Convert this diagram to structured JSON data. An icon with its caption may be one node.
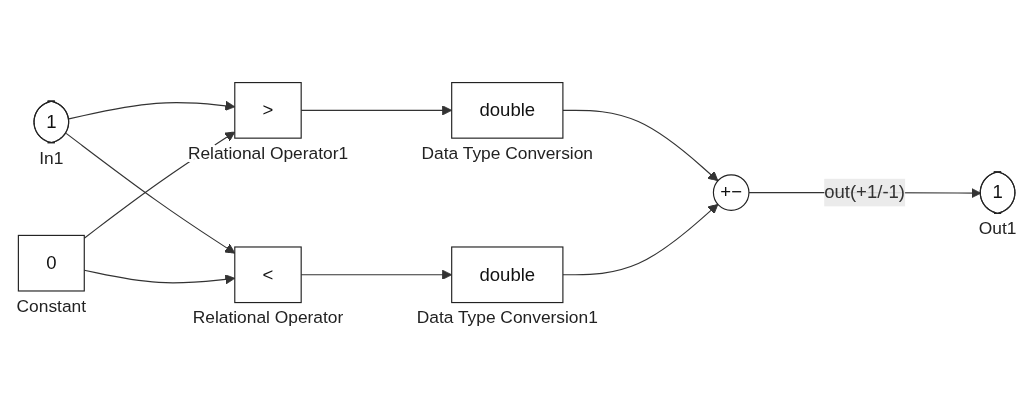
{
  "diagram": {
    "nodes": [
      {
        "text": [
          "1"
        ],
        "beside": [
          "In1"
        ]
      },
      {
        "text": [
          ">"
        ],
        "beside": [
          "Relational Operator1"
        ]
      },
      {
        "text": [
          "<"
        ],
        "beside": [
          "Relational Operator"
        ]
      },
      {
        "text": [
          "0"
        ],
        "beside": [
          "Constant"
        ]
      },
      {
        "text": [
          "double"
        ],
        "beside": [
          "Data Type Conversion"
        ]
      },
      {
        "text": [
          "double"
        ],
        "beside": [
          "Data Type Conversion1"
        ]
      },
      {
        "text": [
          "+−"
        ]
      },
      {
        "text": [
          "1"
        ],
        "beside": [
          "Out1"
        ]
      }
    ],
    "edges": [
      {
        "from": 0,
        "to": 1,
        "arrow": "to"
      },
      {
        "from": 0,
        "to": 2,
        "arrow": "to"
      },
      {
        "from": 3,
        "to": 1,
        "arrow": "to"
      },
      {
        "from": 3,
        "to": 2,
        "arrow": "to"
      },
      {
        "from": 1,
        "to": 4,
        "arrow": "to"
      },
      {
        "from": 2,
        "to": 5,
        "arrow": "to"
      },
      {
        "from": 4,
        "to": 6,
        "arrow": "to"
      },
      {
        "from": 5,
        "to": 6,
        "arrow": "to"
      },
      {
        "from": 6,
        "to": 7,
        "label": "out(+1/-1)",
        "arrow": "to"
      }
    ]
  }
}
